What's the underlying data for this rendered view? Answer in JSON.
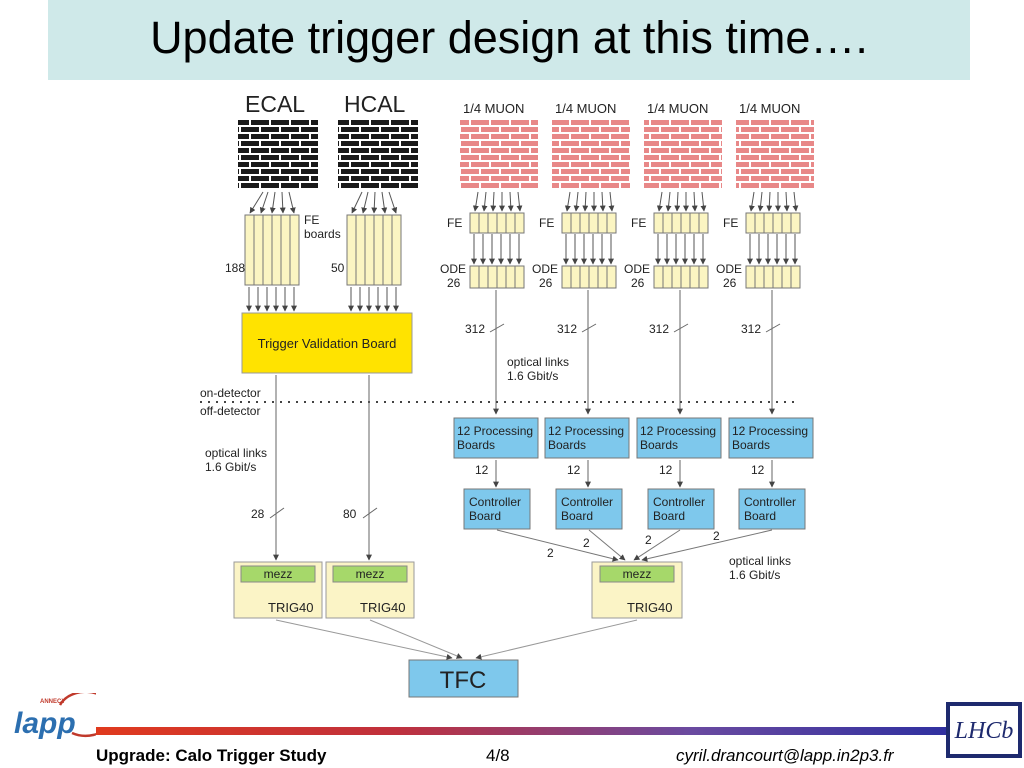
{
  "slide": {
    "title": "Update trigger design at this time….",
    "footer_left": "Upgrade: Calo Trigger Study",
    "page": "4/8",
    "email": "cyril.drancourt@lapp.in2p3.fr",
    "logo_left": "lapp",
    "logo_left_small": "ANNECY",
    "logo_right": "LHCb"
  },
  "diagram": {
    "ecal": "ECAL",
    "hcal": "HCAL",
    "muon": [
      "1/4 MUON",
      "1/4 MUON",
      "1/4 MUON",
      "1/4 MUON"
    ],
    "fe_boards": [
      "FE",
      "boards"
    ],
    "fe": "FE",
    "ode": [
      "ODE",
      "26"
    ],
    "calo_counts": [
      "188",
      "50"
    ],
    "muon_link_count": "312",
    "tvb": "Trigger Validation Board",
    "optical_muon": [
      "optical links",
      "1.6 Gbit/s"
    ],
    "on_detector": "on-detector",
    "off_detector": "off-detector",
    "processing": [
      "12 Processing",
      "Boards"
    ],
    "proc_count": "12",
    "controller": [
      "Controller",
      "Board"
    ],
    "optical_calo": [
      "optical links",
      "1.6 Gbit/s"
    ],
    "calo_links": [
      "28",
      "80"
    ],
    "muon_ctrl_links": [
      "2",
      "2",
      "2",
      "2"
    ],
    "optical_right": [
      "optical links",
      "1.6 Gbit/s"
    ],
    "mezz": "mezz",
    "trig40": "TRIG40",
    "tfc": "TFC",
    "colors": {
      "title_bg": "#cfe9e9",
      "brick_muon": "#e07a7a",
      "fe_fill": "#fbf5c2",
      "tvb_fill": "#ffe300",
      "blue_fill": "#7ec8ec",
      "mezz_fill": "#a6d86a",
      "trig_fill": "#fbf4c6"
    }
  }
}
